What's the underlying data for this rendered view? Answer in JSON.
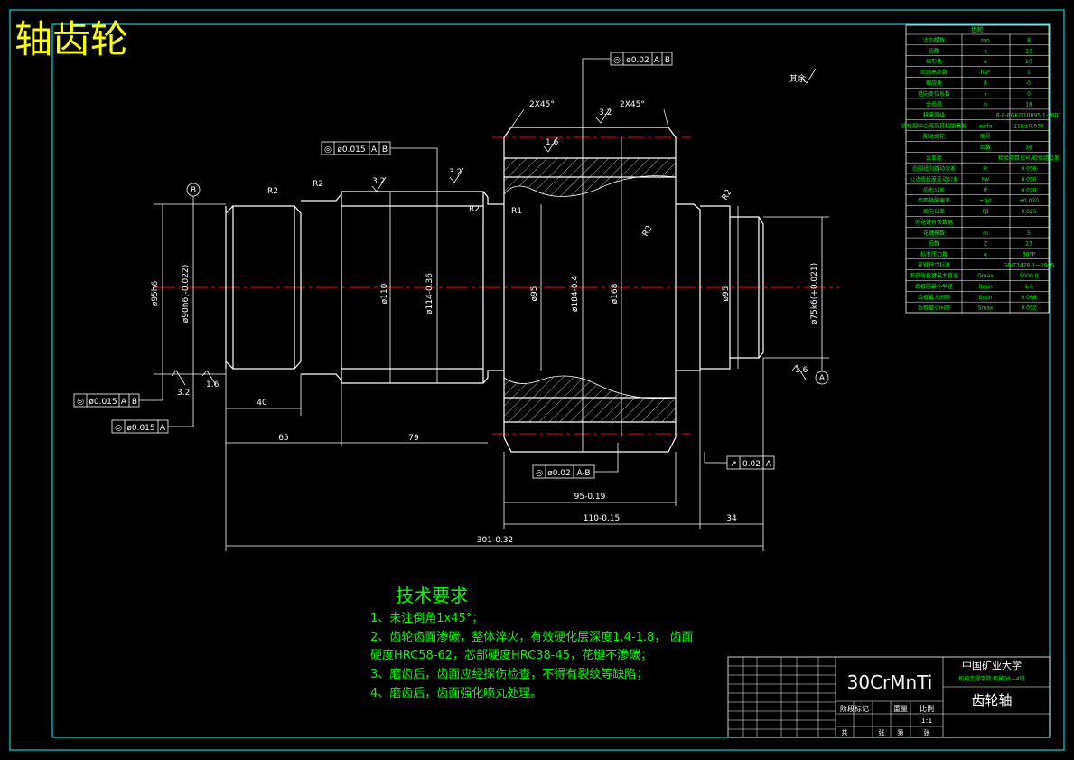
{
  "drawing_title": "轴齿轮",
  "tech_requirements": {
    "heading": "技术要求",
    "lines": [
      "1、未注倒角1x45°；",
      "2、齿轮齿面渗碳，整体淬火，有效硬化层深度1.4-1.8， 齿面",
      "   硬度HRC58-62，芯部硬度HRC38-45，花键不渗碳；",
      "3、磨齿后，齿面应经探伤检查，不得有裂纹等缺陷；",
      "4、磨齿后，齿面强化喷丸处理。"
    ]
  },
  "title_block": {
    "material": "30CrMnTi",
    "school": "中国矿业大学",
    "sub_line": "机电工程学院  机械03—4班",
    "part_name": "齿轮轴",
    "scale": "1:1",
    "header_labels": [
      "阶段标记",
      "重量",
      "比例"
    ],
    "sheet_labels": [
      "共",
      "张",
      "第",
      "张"
    ]
  },
  "params_table": {
    "header": "齿轮",
    "rows": [
      [
        "法向模数",
        "mn",
        "8"
      ],
      [
        "齿数",
        "z",
        "21"
      ],
      [
        "齿形角",
        "α",
        "20"
      ],
      [
        "齿顶高系数",
        "ha*",
        "1"
      ],
      [
        "螺旋角",
        "β",
        "0"
      ],
      [
        "径向变位系数",
        "x",
        "0"
      ],
      [
        "全齿高",
        "h",
        "18"
      ],
      [
        "精度等级",
        "",
        "8-8-8GK/T10095.1-2001"
      ],
      [
        "齿轮副中心距及其极限偏差",
        "a±fa",
        "210±0.036"
      ],
      [
        "配对齿轮",
        "图号",
        ""
      ],
      [
        "",
        "齿数",
        "36"
      ],
      [
        "公差组",
        "",
        "检验项目代号/检验组公差"
      ],
      [
        "齿圈径向跳动公差",
        "Fr",
        "0.056"
      ],
      [
        "公法线长度变动公差",
        "Fw",
        "0.050"
      ],
      [
        "齿形公差",
        "ff",
        "0.020"
      ],
      [
        "齿距极限偏差",
        "±fpt",
        "±0.020"
      ],
      [
        "齿向公差",
        "Fβ",
        "0.025"
      ],
      [
        "外花键有关数据",
        "",
        ""
      ],
      [
        "花键模数",
        "m",
        "5"
      ],
      [
        "齿数",
        "Z",
        "23"
      ],
      [
        "标准压力角",
        "α",
        "30°P"
      ],
      [
        "花键尺寸标准",
        "",
        "GB/T3478.1—1995"
      ],
      [
        "渐开线花键最大直径",
        "Dmax",
        "5000.0"
      ],
      [
        "齿根圆最小半径",
        "Rmin",
        "1.0"
      ],
      [
        "齿根最大间隙",
        "Smin",
        "0.066"
      ],
      [
        "齿根最小间隙",
        "Smax",
        "0.052"
      ]
    ]
  },
  "dimensions": {
    "d_left_spline": "ø90h6(-0.022)",
    "d_left_inner": "ø95h6",
    "d_110": "ø110",
    "d_114": "ø114-0.36",
    "d_95a": "ø95",
    "d_184": "ø184-0.4",
    "d_168": "ø168",
    "d_95b": "ø95",
    "d_75": "ø75k6(+0.021)",
    "len_40": "40",
    "len_65": "65",
    "len_79": "79",
    "len_95": "95-0.19",
    "len_110": "110-0.15",
    "len_34": "34",
    "len_301": "301-0.32",
    "chamfer_left": "2X45°",
    "chamfer_right": "2X45°",
    "r2_a": "R2",
    "r2_b": "R2",
    "r2_c": "R2",
    "r1": "R1",
    "r2_d": "R2",
    "r2_e": "R2",
    "rough_32a": "3.2",
    "rough_32b": "3.2",
    "rough_32c": "3.2",
    "rough_16a": "1.6",
    "rough_16b": "1.6",
    "rough_16c": "1.6",
    "rough_32d": "3.2",
    "rough_other": "其余",
    "datum_a": "A",
    "datum_b": "B"
  },
  "tolerances": {
    "top": [
      "◎",
      "ø0.02",
      "A",
      "B"
    ],
    "mid": [
      "◎",
      "ø0.015",
      "A",
      "B"
    ],
    "left1": [
      "◎",
      "ø0.015",
      "A",
      "B"
    ],
    "left2": [
      "◎",
      "ø0.015",
      "A"
    ],
    "bottom": [
      "◎",
      "ø0.02",
      "A-B"
    ],
    "runout": [
      "↗",
      "0.02",
      "A"
    ]
  },
  "colors": {
    "frame": "#00ffff",
    "part": "#ffffff",
    "center_line": "#ff0000",
    "dimension": "#ffffff",
    "text_green": "#00ff00",
    "title_yellow": "#ffff00"
  }
}
